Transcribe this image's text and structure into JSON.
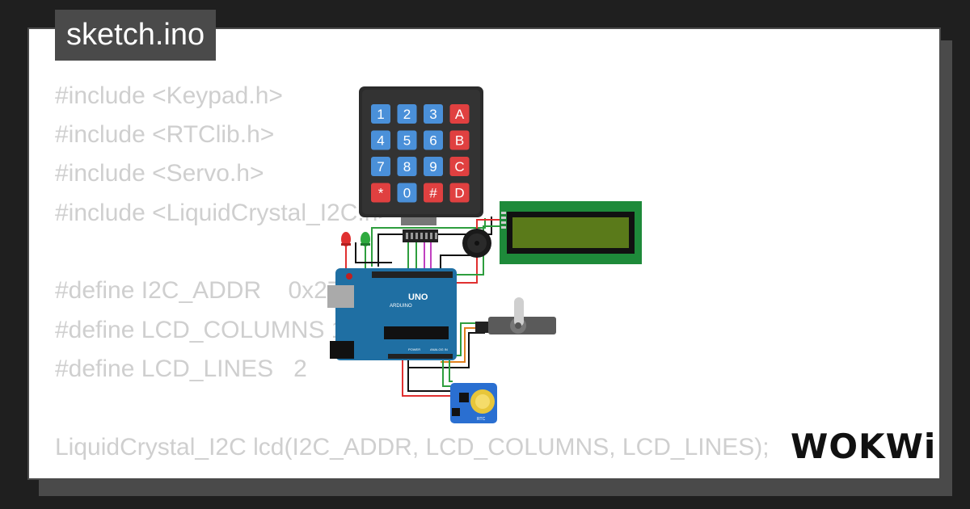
{
  "file_tab": {
    "title": "sketch.ino"
  },
  "code_lines": [
    "#include <Keypad.h>",
    "#include <RTClib.h>",
    "#include <Servo.h>",
    "#include <LiquidCrystal_I2C.h>",
    "",
    "#define I2C_ADDR    0x27",
    "#define LCD_COLUMNS 16",
    "#define LCD_LINES   2",
    "",
    "LiquidCrystal_I2C lcd(I2C_ADDR, LCD_COLUMNS, LCD_LINES);"
  ],
  "keypad": {
    "keys": [
      "1",
      "2",
      "3",
      "A",
      "4",
      "5",
      "6",
      "B",
      "7",
      "8",
      "9",
      "C",
      "*",
      "0",
      "#",
      "D"
    ],
    "colors": {
      "number": "#4a90d9",
      "letter": "#e04040",
      "body": "#2b2b2b"
    }
  },
  "arduino": {
    "model": "UNO",
    "brand": "ARDUINO",
    "color": "#1f6fa3",
    "header_power": "POWER",
    "header_analog": "ANALOG IN"
  },
  "lcd": {
    "color": "#1e8a3a",
    "screen_color": "#5a7a1a"
  },
  "rtc": {
    "label": "RTC",
    "color": "#2a6fd1"
  },
  "logo": {
    "text": "WOKWi"
  }
}
